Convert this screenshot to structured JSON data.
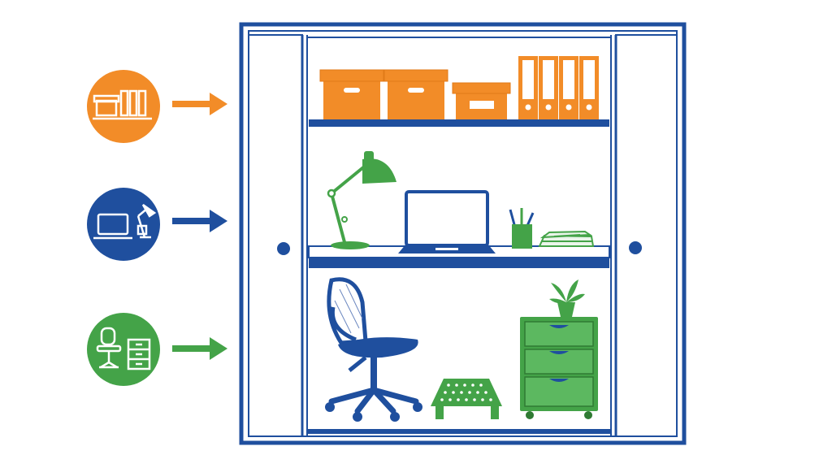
{
  "colors": {
    "orange": "#f28c28",
    "blue": "#1f4f9e",
    "green": "#44a348",
    "white": "#ffffff",
    "background": "#ffffff"
  },
  "legend": [
    {
      "name": "storage",
      "icon": "boxes-and-binders-icon",
      "color": "orange"
    },
    {
      "name": "workspace",
      "icon": "laptop-and-lamp-icon",
      "color": "blue"
    },
    {
      "name": "seating-and-filing",
      "icon": "chair-and-cabinet-icon",
      "color": "green"
    }
  ],
  "closet": {
    "doors": "open-sliding-doors",
    "shelves": [
      {
        "name": "top-shelf",
        "items": [
          "storage-box-icon",
          "storage-box-icon",
          "storage-box-icon",
          "binder-icon",
          "binder-icon",
          "binder-icon",
          "binder-icon"
        ]
      },
      {
        "name": "desk-shelf",
        "items": [
          "desk-lamp-icon",
          "laptop-icon",
          "pencil-cup-icon",
          "paper-stack-icon"
        ]
      },
      {
        "name": "floor",
        "items": [
          "office-chair-icon",
          "footrest-icon",
          "filing-cabinet-icon",
          "potted-plant-icon"
        ]
      }
    ]
  }
}
